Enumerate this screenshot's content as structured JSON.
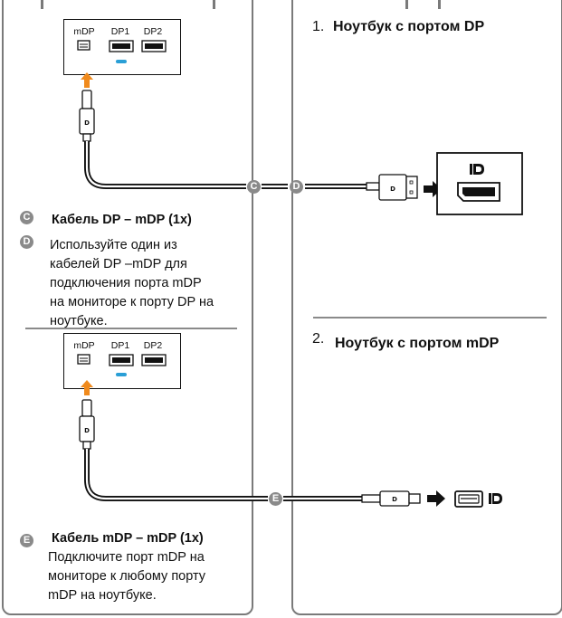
{
  "top_section": {
    "ports": {
      "mdp": "mDP",
      "dp1": "DP1",
      "dp2": "DP2"
    },
    "badge_c": "C",
    "badge_d": "D",
    "cable_c_title": "Кабель DP – mDP (1x)",
    "cable_d_desc": [
      "Используйте один из",
      "кабелей DP –mDP для",
      "подключения порта mDP",
      "на мониторе к порту DP на",
      "ноутбуке."
    ],
    "step1_num": "1.",
    "step1_title": "Ноутбук с портом DP"
  },
  "bottom_section": {
    "ports": {
      "mdp": "mDP",
      "dp1": "DP1",
      "dp2": "DP2"
    },
    "badge_e": "E",
    "cable_e_title": "Кабель mDP – mDP (1x)",
    "cable_e_desc": [
      "Подключите порт mDP на",
      "мониторе к любому порту",
      "mDP на ноутбуке."
    ],
    "step2_num": "2.",
    "step2_title": "Ноутбук с портом mDP"
  },
  "colors": {
    "arrow": "#f08a1c",
    "indicator": "#2a9fd6",
    "badge": "#8a8a8a",
    "frame": "#7a7a7a",
    "cable": "#111111"
  },
  "icons": [
    "displayport-logo-icon",
    "up-arrow-icon",
    "right-arrow-icon",
    "minidp-port-icon",
    "dp-port-icon"
  ]
}
